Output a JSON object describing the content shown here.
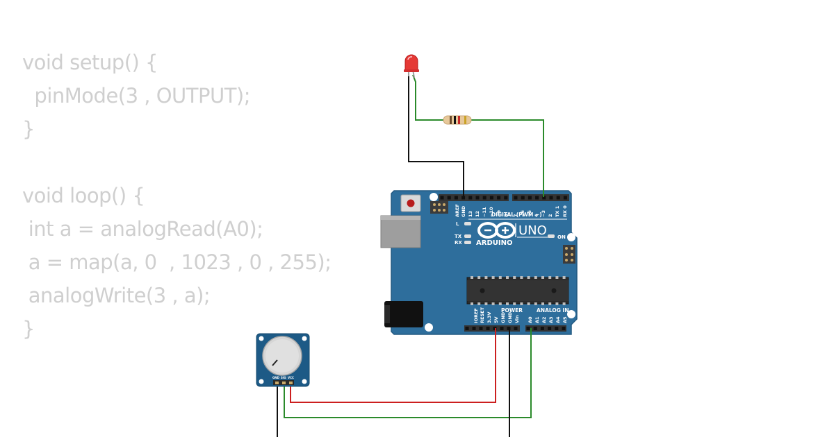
{
  "code": {
    "lines": [
      "void setup() {",
      "  pinMode(3 , OUTPUT);",
      "}",
      "",
      "void loop() {",
      " int a = analogRead(A0);",
      " a = map(a, 0  , 1023 , 0 , 255);",
      " analogWrite(3 , a);",
      "}"
    ]
  },
  "board": {
    "brand": "ARDUINO",
    "model": "UNO",
    "digital_header_label": "DIGITAL (PWM ~)",
    "power_label": "POWER",
    "analog_label": "ANALOG IN",
    "on_label": "ON",
    "l_label": "L",
    "tx_label": "TX",
    "rx_label": "RX",
    "top_pins": [
      "AREF",
      "GND",
      "13",
      "12",
      "~11",
      "~10",
      "~9",
      "8",
      "7",
      "~6",
      "~5",
      "4",
      "~3",
      "2",
      "TX 1",
      "RX 0"
    ],
    "bottom_pins": [
      "IOREF",
      "RESET",
      "3.3V",
      "5V",
      "GND",
      "GND",
      "Vin",
      "A0",
      "A1",
      "A2",
      "A3",
      "A4",
      "A5"
    ]
  },
  "potentiometer": {
    "pin_labels": [
      "GND",
      "SIG",
      "VCC"
    ]
  },
  "colors": {
    "board_blue": "#2e6e9c",
    "wire_red": "#cc1f1f",
    "wire_green": "#2a8a2a",
    "wire_black": "#111111",
    "led_red": "#e53935",
    "code_gray": "#cfcfcf"
  }
}
